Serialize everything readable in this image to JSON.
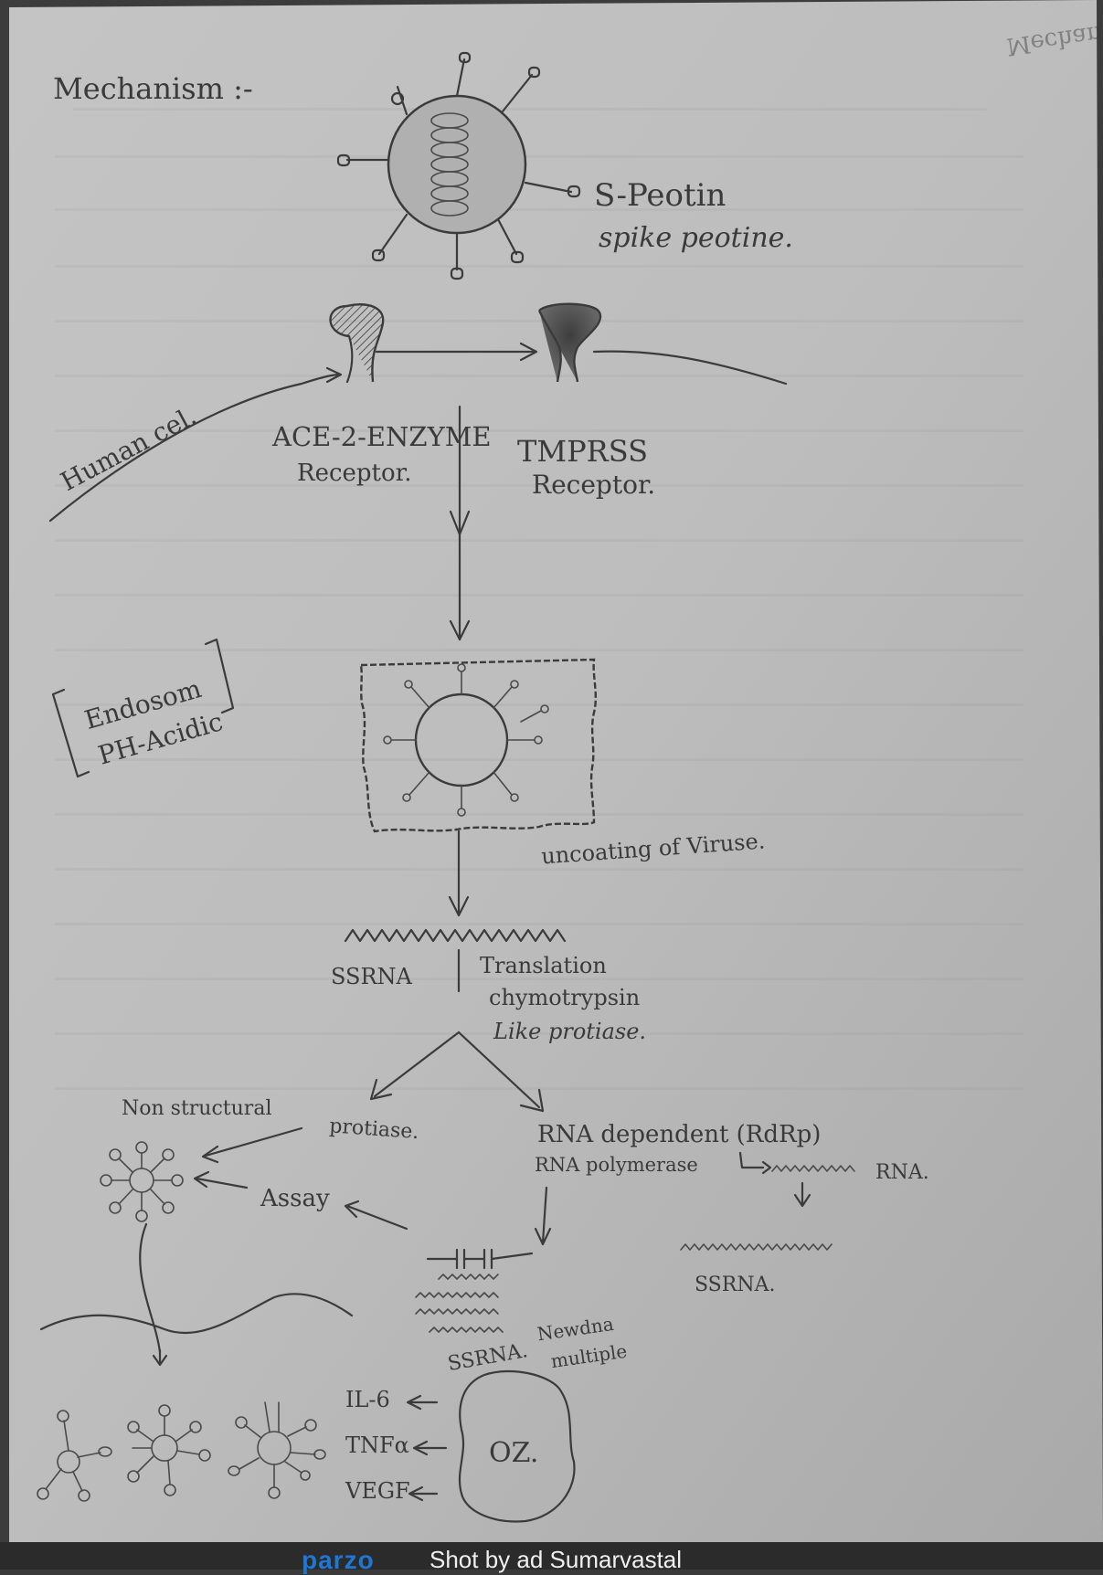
{
  "page": {
    "corner_note": "Mechanism :-",
    "title": "Mechanism :-",
    "virus_label_1": "S-Peotin",
    "virus_label_2": "spike peotine.",
    "human_cell": "Human cel.",
    "ace_label_1": "ACE-2-ENZYME",
    "ace_label_2": "Receptor.",
    "tmprss_label_1": "TMPRSS",
    "tmprss_label_2": "Receptor.",
    "endosome_label_1": "Endosom",
    "endosome_label_2": "PH-Acidic",
    "uncoating": "uncoating of Viruse.",
    "ssrna_top": "SSRNA",
    "translation_1": "Translation",
    "translation_2": "chymotrypsin",
    "translation_3": "Like protiase.",
    "non_structural": "Non structural",
    "protiase": "protiase.",
    "rdrp_1": "RNA dependent (RdRp)",
    "rdrp_2": "RNA polymerase",
    "rna_right": "RNA.",
    "assay": "Assay",
    "ssrna_bottom": "SSRNA.",
    "newdna": "Newdna",
    "multiple": "multiple",
    "ssrna_right": "SSRNA.",
    "il6": "IL-6",
    "tnf": "TNFα",
    "vegf": "VEGF",
    "oz": "OZ."
  },
  "footer": {
    "logo": "parzo",
    "text": "Shot by ad Sumarvastal"
  },
  "colors": {
    "paper": "#b9b9b9",
    "ink": "#3b3b3b",
    "footer_logo": "#1f77d4"
  }
}
